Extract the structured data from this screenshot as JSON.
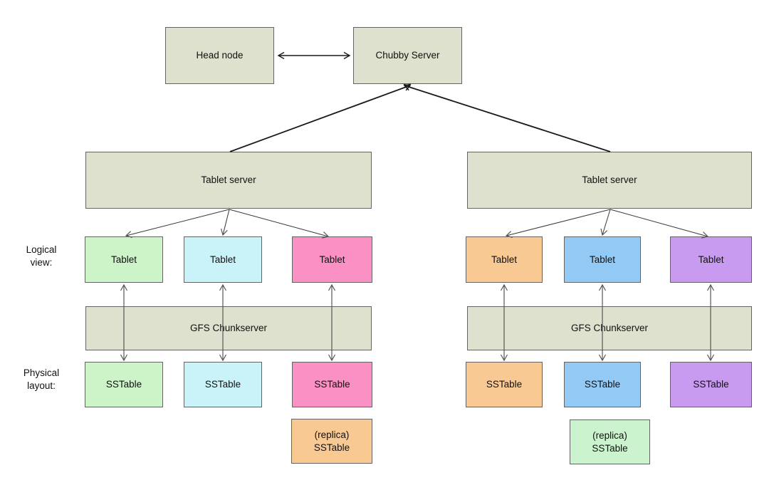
{
  "palette": {
    "server_beige": "#dde1cd",
    "green": "#cdf3c9",
    "cyan": "#c9f3f9",
    "pink": "#fa90c3",
    "orange": "#f9c993",
    "blue": "#93c9f5",
    "purple": "#c89af0",
    "replica_green": "#cbf3cd",
    "box_border": "#636363",
    "arrow_dark": "#1a1a1a",
    "arrow_gray": "#565656"
  },
  "side_labels": {
    "logical_view": "Logical\nview:",
    "physical_layout": "Physical\nlayout:"
  },
  "top": {
    "head_node": "Head node",
    "chubby_server": "Chubby Server"
  },
  "groups": {
    "left": {
      "tablet_server": "Tablet server",
      "gfs_chunkserver": "GFS Chunkserver",
      "tablets": [
        "Tablet",
        "Tablet",
        "Tablet"
      ],
      "tablet_colors": [
        "green",
        "cyan",
        "pink"
      ],
      "sstables": [
        "SSTable",
        "SSTable",
        "SSTable"
      ],
      "replica": "(replica)\nSSTable",
      "replica_color": "orange"
    },
    "right": {
      "tablet_server": "Tablet server",
      "gfs_chunkserver": "GFS Chunkserver",
      "tablets": [
        "Tablet",
        "Tablet",
        "Tablet"
      ],
      "tablet_colors": [
        "orange",
        "blue",
        "purple"
      ],
      "sstables": [
        "SSTable",
        "SSTable",
        "SSTable"
      ],
      "replica": "(replica)\nSSTable",
      "replica_color": "replica_green"
    }
  }
}
